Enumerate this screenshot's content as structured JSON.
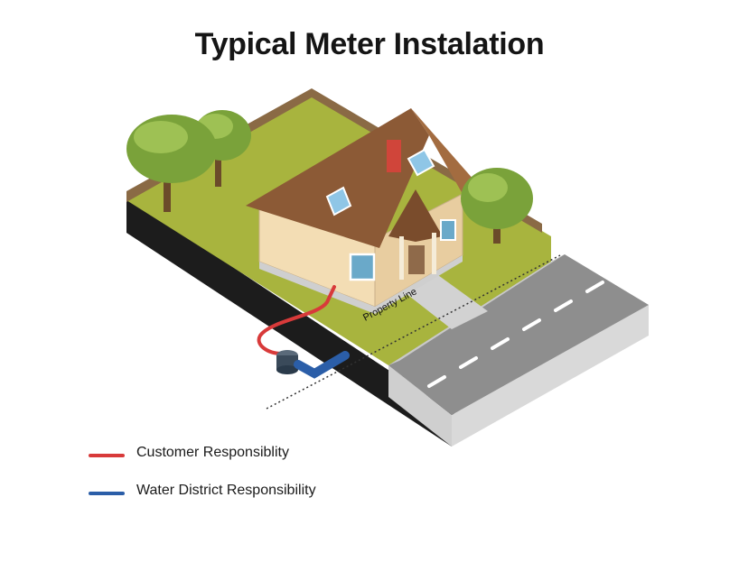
{
  "title": "Typical Meter Instalation",
  "labels": {
    "property_line": "Property Line"
  },
  "legend": [
    {
      "label": "Customer Responsiblity",
      "color": "#d83a3a"
    },
    {
      "label": "Water District Responsibility",
      "color": "#2b5ea8"
    }
  ],
  "colors": {
    "grass": "#a8b43e",
    "soil": "#1c1c1c",
    "road": "#8e8e8e",
    "roof": "#8c5a36",
    "wall": "#f3ddb4",
    "tree": "#7aa23a"
  }
}
